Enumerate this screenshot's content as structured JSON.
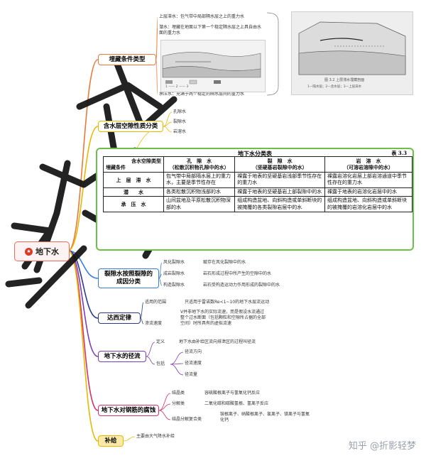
{
  "root": {
    "label": "地下水",
    "icon": "star-badge-icon"
  },
  "branches": [
    {
      "id": "burial",
      "label": "埋藏条件类型",
      "color": "#e87a3b",
      "children": [
        {
          "text": "上层滞水：包气带中局部隔水层之上的重力水"
        },
        {
          "text": "潜水：埋藏在地面以下第一个稳定隔水层之上具自由水面的重力水"
        },
        {
          "text": "承压水：充满于两个稳定的隔水层间的重力水"
        }
      ],
      "figure_labels": {
        "legend1": "1 —— 2 —— 3",
        "fig_caption": "图 3.2  上层滞水埋藏剖面",
        "fig_legend": "1—隔水层；2—含水层；3—上层滞水"
      }
    },
    {
      "id": "pore",
      "label": "含水层空隙性质分类",
      "color": "#e6b800",
      "children": [
        {
          "text": "孔隙水"
        },
        {
          "text": "裂隙水"
        },
        {
          "text": "岩溶水"
        }
      ],
      "table": {
        "title": "地下水分类表",
        "number": "表 3.3",
        "header_corner_top": "含水空隙类型",
        "header_corner_bottom": "埋藏条件",
        "columns": [
          "孔　隙　水\n（松散沉积物孔隙中的水）",
          "裂　隙　水\n（坚硬基岩裂隙中的水）",
          "岩　溶　水\n（可溶岩溶隙中的水）"
        ],
        "rows": [
          {
            "name": "上　层　滞　水",
            "cells": [
              "包气带中局部隔水层上的重力水，主要是季节性存在",
              "裸露于地表的坚硬基岩浅部季节性存在的重力水",
              "裸露岩溶化岩层上部岩溶通道中季节性存在的重力水"
            ]
          },
          {
            "name": "潜　　水",
            "cells": [
              "各类松散沉积物浅部的水",
              "裸露于地表的坚硬基岩上部裂隙中的水",
              "裸露于地表的岩溶化岩层中的水"
            ]
          },
          {
            "name": "承　压　水",
            "cells": [
              "山间盆地及平原松散沉积物深部的水",
              "组成构造盆地、向斜构造或单斜断块的被掩覆的各类裂隙岩层中的水",
              "组成构造盆地、向斜构造或单斜断块的被掩覆的岩溶化岩层中的水"
            ]
          }
        ]
      }
    },
    {
      "id": "fissure",
      "label": "裂隙水按照裂隙的成因分类",
      "color": "#3b7dd8",
      "children": [
        {
          "name": "风化裂隙水",
          "text": "赋存在风化裂隙中的水"
        },
        {
          "name": "成岩裂隙水",
          "text": "岩石形成过程中所产生的空隙中的水"
        },
        {
          "name": "构造裂隙水",
          "text": "岩石受构造运动力作用形成的裂隙中的水"
        }
      ]
    },
    {
      "id": "darcy",
      "label": "达西定律",
      "color": "#2a3a8c",
      "children": [
        {
          "name": "适用的范围",
          "text": "只适用于雷诺数Re<1~10的地下水层流运动"
        },
        {
          "name": "渗流速度",
          "text": "V并非地下水的实际流速，而是假设水流通过整个过水断面（包括颗粒和空隙所占据的全部空间）时所具有的虚拟流速"
        }
      ]
    },
    {
      "id": "runoff",
      "label": "地下水的径流",
      "color": "#7b3fb0",
      "children": [
        {
          "name": "定义",
          "text": "地下水由补给区流向排泄区的过程叫径流"
        },
        {
          "name": "包括",
          "items": [
            "径流方向",
            "径流速度",
            "径流量"
          ]
        }
      ]
    },
    {
      "id": "corrosion",
      "label": "地下水对钢筋的腐蚀",
      "color": "#d2336a",
      "children": [
        {
          "name": "结晶类",
          "text": "容硫酸根离子与氢氧化钙反应"
        },
        {
          "name": "分解类",
          "text": "二氧化碳和碳酸氢根、氢离子反应"
        },
        {
          "name": "结晶分解复合类",
          "text": "铵根离子、硝酸根离子、氯离子、镁离子与氢氧化钙"
        }
      ]
    },
    {
      "id": "recharge",
      "label": "补给",
      "color": "#e6b800",
      "children": [
        {
          "text": "主要由大气降水补给"
        }
      ]
    }
  ],
  "watermark": "知乎 @折影轻梦",
  "overlay_script": "书"
}
